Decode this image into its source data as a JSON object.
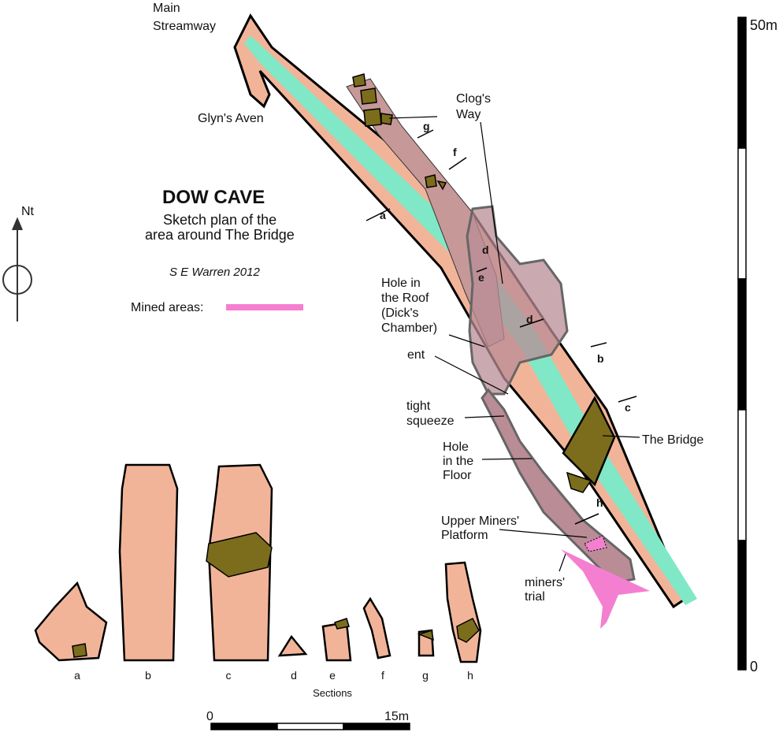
{
  "title": "DOW CAVE",
  "subtitle_line1": "Sketch plan of the",
  "subtitle_line2": "area around The Bridge",
  "author": "S E Warren 2012",
  "legend": {
    "label": "Mined areas:",
    "color": "#f47fd0"
  },
  "north": "Nt",
  "colors": {
    "passage": "#f2b498",
    "stream": "#80e8c6",
    "roof": "#b98c96",
    "boulder": "#7b6d1c",
    "mined": "#f47fd0"
  },
  "labels": {
    "main_streamway_1": "Main",
    "main_streamway_2": "Streamway",
    "glyns_aven": "Glyn's Aven",
    "clogs_way_1": "Clog's",
    "clogs_way_2": "Way",
    "hole_roof_1": "Hole in",
    "hole_roof_2": "the Roof",
    "hole_roof_3": "(Dick's",
    "hole_roof_4": "Chamber)",
    "ent": "ent",
    "tight_1": "tight",
    "tight_2": "squeeze",
    "hole_floor_1": "Hole",
    "hole_floor_2": "in the",
    "hole_floor_3": "Floor",
    "the_bridge": "The Bridge",
    "upper_1": "Upper Miners'",
    "upper_2": "Platform",
    "miners_1": "miners'",
    "miners_2": "trial"
  },
  "section_markers": [
    "a",
    "b",
    "c",
    "d",
    "d",
    "e",
    "f",
    "g",
    "h"
  ],
  "sections": {
    "letters": [
      "a",
      "b",
      "c",
      "d",
      "e",
      "f",
      "g",
      "h"
    ],
    "caption": "Sections"
  },
  "scale_horizontal": {
    "start": "0",
    "end": "15m"
  },
  "scale_vertical": {
    "top": "50m",
    "bottom": "0"
  }
}
